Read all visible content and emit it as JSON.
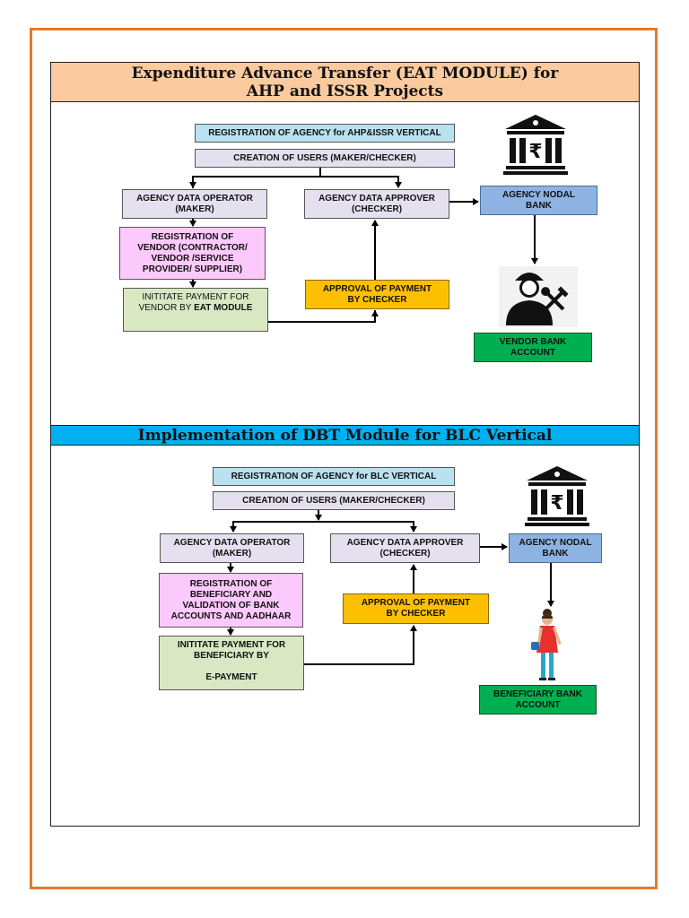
{
  "section1": {
    "title_line1": "Expenditure Advance Transfer (EAT MODULE) for",
    "title_line2": "AHP and ISSR Projects",
    "banner_color": "#fbca9e",
    "registration": "REGISTRATION OF AGENCY for AHP&ISSR VERTICAL",
    "creation": "CREATION OF USERS (MAKER/CHECKER)",
    "operator": "AGENCY DATA OPERATOR\n(MAKER)",
    "approver": "AGENCY DATA APPROVER\n(CHECKER)",
    "nodal_bank": "AGENCY NODAL\nBANK",
    "register_vendor": "REGISTRATION OF\nVENDOR (CONTRACTOR/\nVENDOR /SERVICE\nPROVIDER/ SUPPLIER)",
    "initiate_prefix": "INITITATE PAYMENT FOR\nVENDOR BY ",
    "initiate_bold": "EAT MODULE",
    "approval": "APPROVAL OF PAYMENT\nBY CHECKER",
    "account": "VENDOR BANK\nACCOUNT",
    "bank_icon": "bank-rupee-icon",
    "person_icon": "worker-icon"
  },
  "section2": {
    "title": "Implementation of DBT Module for BLC Vertical",
    "banner_color": "#00b0f0",
    "registration": "REGISTRATION OF AGENCY for BLC VERTICAL",
    "creation": "CREATION OF USERS (MAKER/CHECKER)",
    "operator": "AGENCY DATA OPERATOR\n(MAKER)",
    "approver": "AGENCY DATA APPROVER\n(CHECKER)",
    "nodal_bank": "AGENCY NODAL\nBANK",
    "register_beneficiary": "REGISTRATION OF\nBENEFICIARY AND\nVALIDATION OF BANK\nACCOUNTS AND AADHAAR",
    "initiate": "INITITATE PAYMENT FOR\nBENEFICIARY BY\n\nE-PAYMENT",
    "approval": "APPROVAL OF PAYMENT\nBY CHECKER",
    "account": "BENEFICIARY BANK\nACCOUNT",
    "bank_icon": "bank-rupee-icon",
    "person_icon": "woman-icon"
  }
}
